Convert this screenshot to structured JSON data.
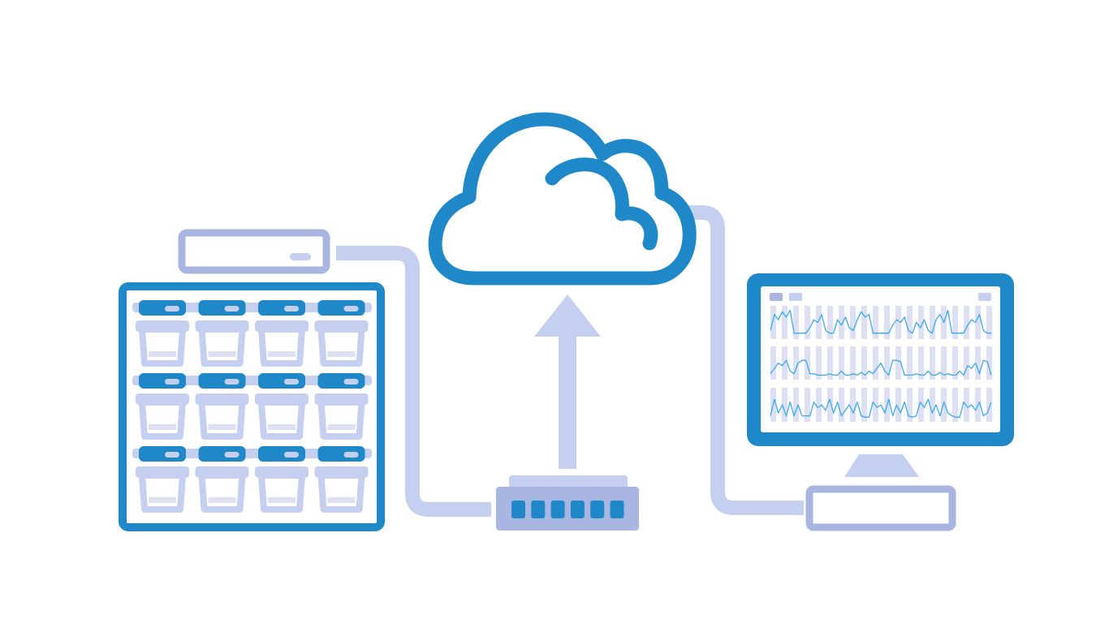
{
  "colors": {
    "primary": "#1e88c8",
    "light": "#c5d0f0",
    "medium": "#a9b6e2",
    "stripe": "#dde0f2",
    "line": "#3aaaf0",
    "background": "#ffffff"
  },
  "rack": {
    "rows": 3,
    "columns": 4
  },
  "switch": {
    "ports": 6
  },
  "monitor": {
    "sparklines": [
      [
        0.2,
        0.8,
        0.6,
        0.9,
        0.7,
        0.95,
        0.1,
        0.1,
        0.1,
        0.1,
        0.3,
        0.6,
        0.5,
        0.8,
        0.2,
        0.1,
        0.1,
        0.6,
        0.4,
        0.7,
        0.3,
        0.2,
        0.6,
        0.9,
        0.7,
        0.8,
        0.1,
        0.1,
        0.1,
        0.1,
        0.1,
        0.4,
        0.6,
        0.5,
        0.7,
        0.2,
        0.1,
        0.5,
        0.3,
        0.6,
        0.2,
        0.1,
        0.6,
        0.8,
        0.5,
        0.95,
        0.1,
        0.1,
        0.1,
        0.1,
        0.4,
        0.6,
        0.5,
        0.8,
        0.2,
        0.1,
        0.1
      ],
      [
        0.1,
        0.3,
        0.5,
        0.4,
        0.6,
        0.2,
        0.1,
        0.5,
        0.6,
        0.6,
        0.1,
        0.1,
        0.05,
        0.05,
        0.05,
        0.1,
        0.05,
        0.05,
        0.2,
        0.05,
        0.05,
        0.1,
        0.05,
        0.15,
        0.05,
        0.2,
        0.1,
        0.3,
        0.5,
        0.2,
        0.05,
        0.6,
        0.6,
        0.55,
        0.05,
        0.05,
        0.05,
        0.1,
        0.05,
        0.05,
        0.2,
        0.05,
        0.05,
        0.15,
        0.05,
        0.1,
        0.05,
        0.05,
        0.2,
        0.05,
        0.4,
        0.3,
        0.5,
        0.1,
        0.6,
        0.55,
        0.05
      ],
      [
        0.1,
        0.7,
        0.2,
        0.5,
        0.1,
        0.6,
        0.1,
        0.5,
        0.1,
        0.1,
        0.1,
        0.6,
        0.4,
        0.5,
        0.3,
        0.7,
        0.2,
        0.6,
        0.1,
        0.3,
        0.5,
        0.2,
        0.6,
        0.1,
        0.05,
        0.05,
        0.6,
        0.4,
        0.5,
        0.2,
        0.7,
        0.1,
        0.5,
        0.2,
        0.6,
        0.1,
        0.05,
        0.1,
        0.6,
        0.4,
        0.7,
        0.2,
        0.5,
        0.1,
        0.6,
        0.2,
        0.1,
        0.05,
        0.05,
        0.6,
        0.4,
        0.5,
        0.3,
        0.6,
        0.1,
        0.2,
        0.6
      ]
    ]
  }
}
